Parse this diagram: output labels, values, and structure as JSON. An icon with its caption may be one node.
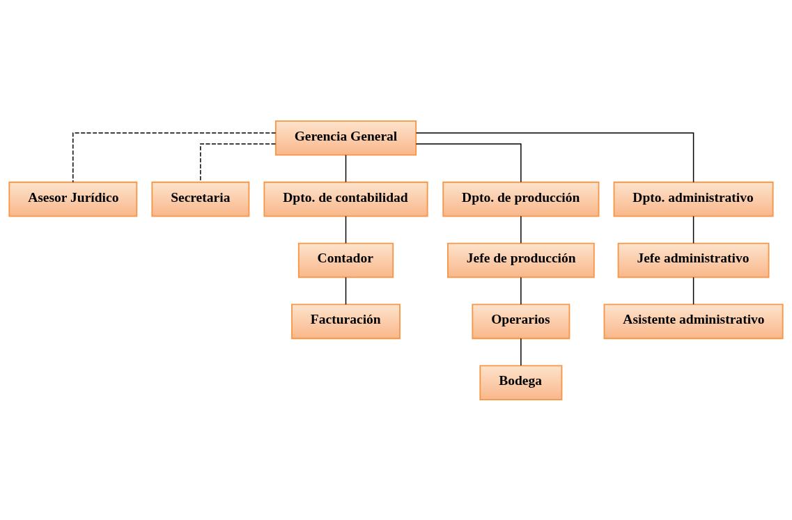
{
  "diagram": {
    "nodes": [
      {
        "text": [
          "Gerencia General"
        ]
      },
      {
        "text": [
          "Asesor Jurídico"
        ]
      },
      {
        "text": [
          "Secretaria"
        ]
      },
      {
        "text": [
          "Dpto. de contabilidad"
        ]
      },
      {
        "text": [
          "Dpto. de producción"
        ]
      },
      {
        "text": [
          "Dpto. administrativo"
        ]
      },
      {
        "text": [
          "Contador"
        ]
      },
      {
        "text": [
          "Jefe de producción"
        ]
      },
      {
        "text": [
          "Jefe administrativo"
        ]
      },
      {
        "text": [
          "Facturación"
        ]
      },
      {
        "text": [
          "Operarios"
        ]
      },
      {
        "text": [
          "Asistente administrativo"
        ]
      },
      {
        "text": [
          "Bodega"
        ]
      }
    ],
    "edges": [
      {
        "from": 0,
        "to": 1,
        "arrow": "none",
        "style": "dashed"
      },
      {
        "from": 0,
        "to": 2,
        "arrow": "none",
        "style": "dashed"
      },
      {
        "from": 0,
        "to": 3,
        "arrow": "none"
      },
      {
        "from": 0,
        "to": 4,
        "arrow": "none"
      },
      {
        "from": 0,
        "to": 5,
        "arrow": "none"
      },
      {
        "from": 3,
        "to": 6,
        "arrow": "none"
      },
      {
        "from": 6,
        "to": 9,
        "arrow": "none"
      },
      {
        "from": 4,
        "to": 7,
        "arrow": "none"
      },
      {
        "from": 7,
        "to": 10,
        "arrow": "none"
      },
      {
        "from": 10,
        "to": 12,
        "arrow": "none"
      },
      {
        "from": 5,
        "to": 8,
        "arrow": "none"
      },
      {
        "from": 8,
        "to": 11,
        "arrow": "none"
      }
    ]
  }
}
